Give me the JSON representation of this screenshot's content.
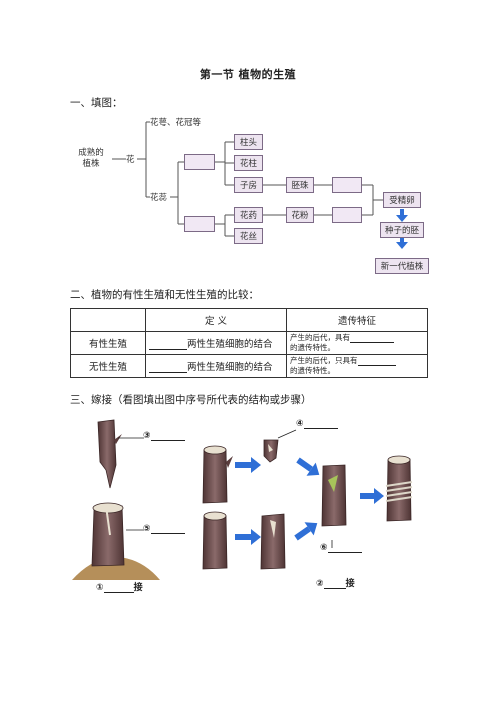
{
  "title": "第一节   植物的生殖",
  "section1": {
    "heading": "一、填图：",
    "nodes": {
      "mature_plant": "成熟的\n植株",
      "flower": "花",
      "sepals_petals": "花萼、花冠等",
      "stamens_pistil": "花蕊",
      "stigma": "柱头",
      "style": "花柱",
      "ovary": "子房",
      "ovule": "胚珠",
      "anther": "花药",
      "filament": "花丝",
      "pollen": "花粉",
      "fertilized_egg": "受精卵",
      "embryo": "种子的胚",
      "new_plant": "新一代植株"
    }
  },
  "section2": {
    "heading": "二、植物的有性生殖和无性生殖的比较：",
    "headers": [
      "",
      "定  义",
      "遗传特征"
    ],
    "rows": [
      {
        "name": "有性生殖",
        "definition": "两性生殖细胞的结合",
        "trait_a": "产生的后代，具有",
        "trait_b": "的遗传特性。"
      },
      {
        "name": "无性生殖",
        "definition": "两性生殖细胞的结合",
        "trait_a": "产生的后代，只具有",
        "trait_b": "的遗传特性。"
      }
    ]
  },
  "section3": {
    "heading": "三、嫁接（看图填出图中序号所代表的结构或步骤）",
    "labels": {
      "n1": "①",
      "n1_suffix": "接",
      "n2": "②",
      "n2_suffix": "接",
      "n3": "③",
      "n4": "④",
      "n5": "⑤",
      "n6": "⑥"
    }
  },
  "colors": {
    "box_fill": "#ede4f0",
    "box_border": "#7c6a86",
    "arrow_blue": "#2f6fd6",
    "bark": "#6b4a4a"
  }
}
